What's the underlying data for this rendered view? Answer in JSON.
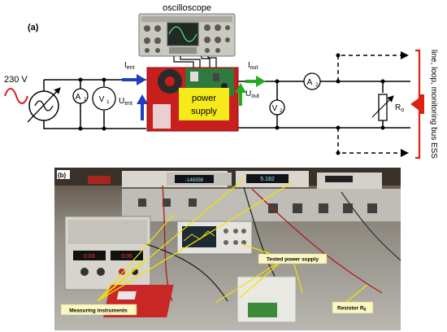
{
  "panel_a": {
    "label": "(a)",
    "oscilloscope_label": "oscilloscope",
    "source_voltage": "230 V",
    "ammeter_1": {
      "letter": "A",
      "sub": "1"
    },
    "voltmeter_1": {
      "letter": "V",
      "sub": "1"
    },
    "ammeter_2": {
      "letter": "A",
      "sub": "2"
    },
    "voltmeter_2": {
      "letter": "V",
      "sub": "2"
    },
    "i_ent": {
      "main": "I",
      "sub": "ent"
    },
    "u_ent": {
      "main": "U",
      "sub": "ent"
    },
    "i_out": {
      "main": "I",
      "sub": "out"
    },
    "u_out": {
      "main": "U",
      "sub": "out"
    },
    "power_supply_line1": "power",
    "power_supply_line2": "supply",
    "resistor": {
      "main": "R",
      "sub": "o"
    },
    "side_label": "line, loop, monitoring bus ESS",
    "colors": {
      "wire": "#000000",
      "input_arrow": "#1f3fbf",
      "output_arrow": "#22aa22",
      "power_supply_box": "#c81e1e",
      "power_supply_label_bg": "#f5ea1a",
      "bus_bracket": "#dd2211",
      "source_wave": "#d62020"
    }
  },
  "panel_b": {
    "label": "(b)",
    "callout_measuring": "Measuring instruments",
    "callout_tested": "Tested power supply",
    "callout_resistor": {
      "main": "Resistor R",
      "sub": "0"
    },
    "display_1": "-148358",
    "display_2": "5.182",
    "psu_display_left": "0.03",
    "psu_display_right": "0.05",
    "colors": {
      "callout_bg": "#fbf7c2",
      "callout_line": "#f2e400"
    }
  }
}
